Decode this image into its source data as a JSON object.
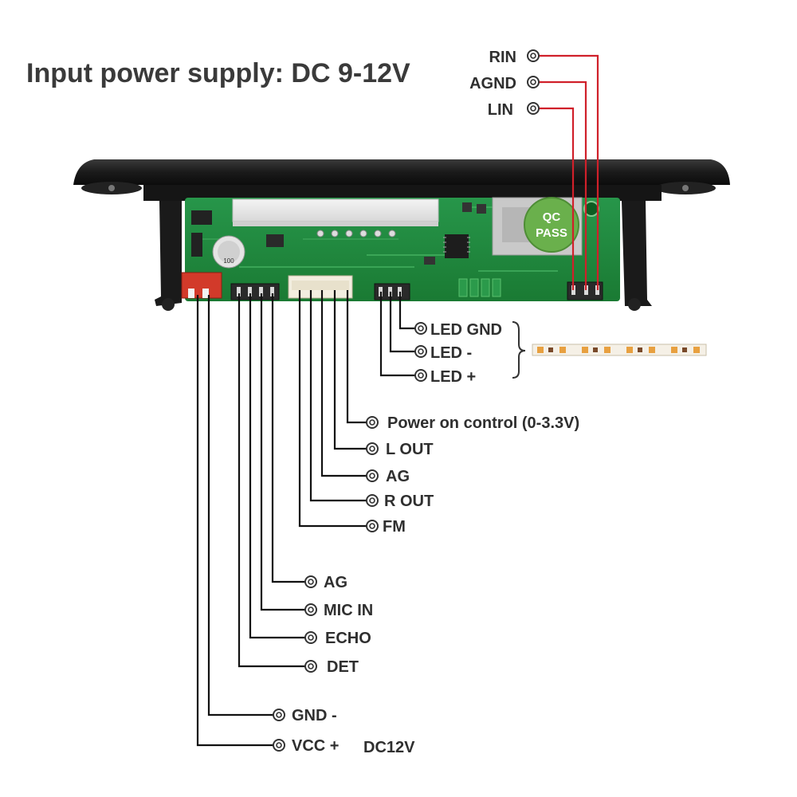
{
  "title": "Input power supply: DC 9-12V",
  "pcb": {
    "badge_line1": "QC",
    "badge_line2": "PASS",
    "capacitor_text": "100"
  },
  "colors": {
    "title": "#3a3a3a",
    "label": "#2f2f2f",
    "wire": "#111111",
    "signal_wire": "#d0202a",
    "pcb_green": "#1f8a3a",
    "bezel": "#1c1c1c",
    "power_connector": "#d23a2a",
    "qc_badge": "#6ab04c"
  },
  "top_pins": [
    {
      "id": "rin",
      "label": "RIN"
    },
    {
      "id": "agnd",
      "label": "AGND"
    },
    {
      "id": "lin",
      "label": "LIN"
    }
  ],
  "led_pins": [
    {
      "id": "led-gnd",
      "label": "LED GND"
    },
    {
      "id": "led-minus",
      "label": "LED -"
    },
    {
      "id": "led-plus",
      "label": "LED +"
    }
  ],
  "audio_pins": [
    {
      "id": "power-on-control",
      "label": "Power on control (0-3.3V)"
    },
    {
      "id": "l-out",
      "label": "L OUT"
    },
    {
      "id": "ag-1",
      "label": "AG"
    },
    {
      "id": "r-out",
      "label": "R OUT"
    },
    {
      "id": "fm",
      "label": "FM"
    }
  ],
  "mic_pins": [
    {
      "id": "ag-2",
      "label": "AG"
    },
    {
      "id": "mic-in",
      "label": "MIC IN"
    },
    {
      "id": "echo",
      "label": "ECHO"
    },
    {
      "id": "det",
      "label": "DET"
    }
  ],
  "power_pins": [
    {
      "id": "gnd",
      "label": "GND -"
    },
    {
      "id": "vcc",
      "label": "VCC +"
    }
  ],
  "power_note": "DC12V"
}
